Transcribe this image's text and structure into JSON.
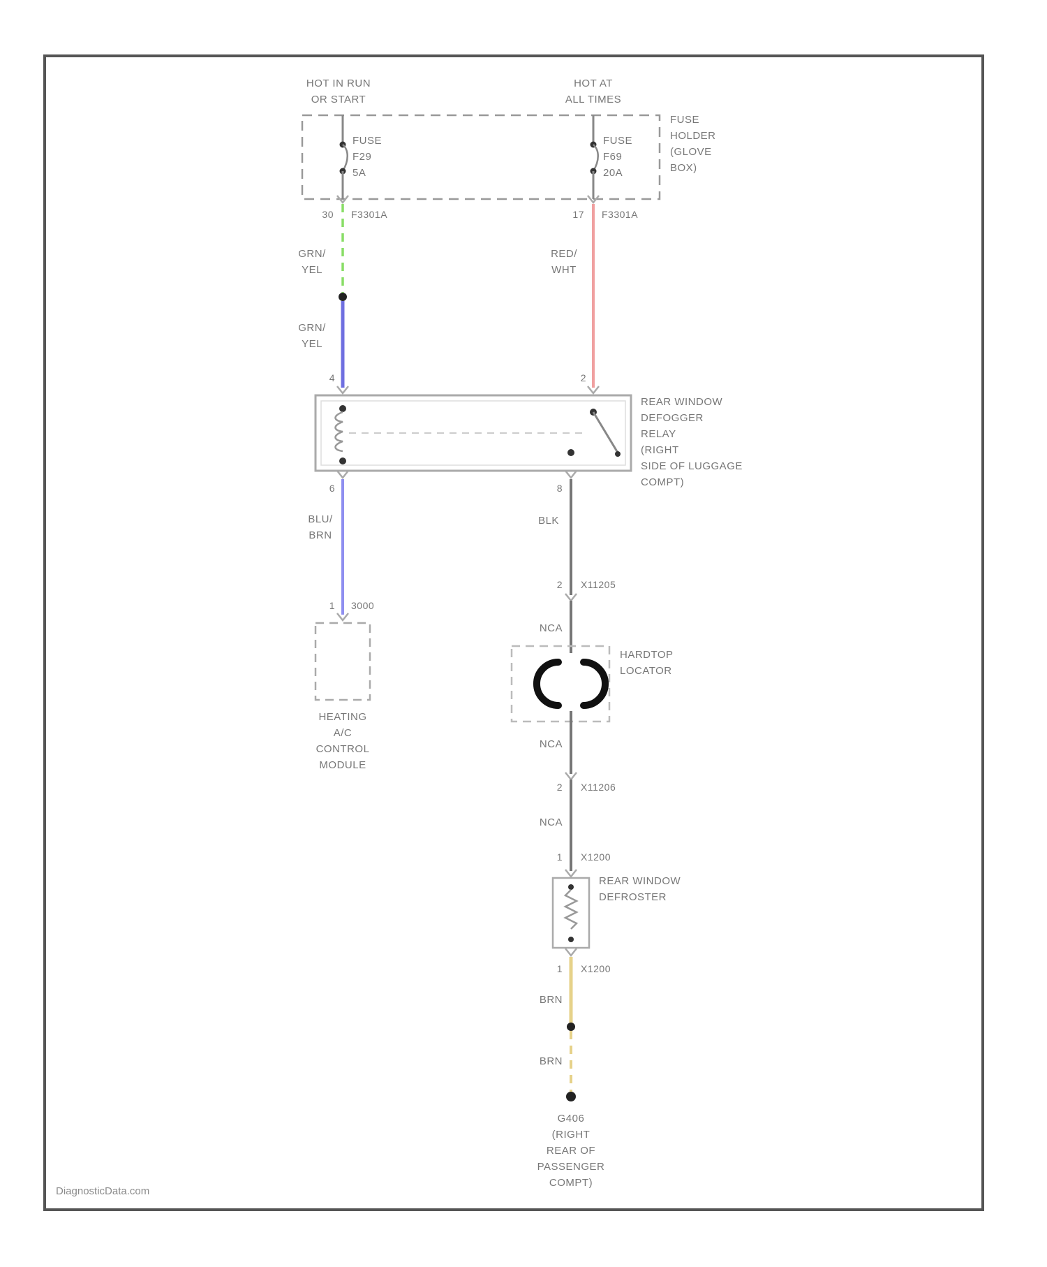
{
  "sources": {
    "run_start": "HOT IN RUN\nOR START",
    "all_times": "HOT AT\nALL TIMES"
  },
  "fuse_holder": {
    "label": "FUSE\nHOLDER\n(GLOVE\nBOX)",
    "fuse_left": "FUSE\nF29\n5A",
    "fuse_right": "FUSE\nF69\n20A",
    "conn_left_pin": "30",
    "conn_left_id": "F3301A",
    "conn_right_pin": "17",
    "conn_right_id": "F3301A"
  },
  "wires": {
    "grn_yel_1": "GRN/\nYEL",
    "grn_yel_2": "GRN/\nYEL",
    "red_wht": "RED/\nWHT",
    "blu_brn": "BLU/\nBRN",
    "blk": "BLK",
    "nca_1": "NCA",
    "nca_2": "NCA",
    "nca_3": "NCA",
    "brn_1": "BRN",
    "brn_2": "BRN"
  },
  "relay": {
    "label": "REAR WINDOW\nDEFOGGER\nRELAY\n(RIGHT\nSIDE OF LUGGAGE\nCOMPT)",
    "pin_top_left": "4",
    "pin_top_right": "2",
    "pin_bottom_left": "6",
    "pin_bottom_right": "8"
  },
  "hvac_module": {
    "pin": "1",
    "connector": "3000",
    "label": "HEATING\nA/C\nCONTROL\nMODULE"
  },
  "hardtop_locator": {
    "label": "HARDTOP\nLOCATOR",
    "conn_top_pin": "2",
    "conn_top_id": "X11205",
    "conn_bottom_pin": "2",
    "conn_bottom_id": "X11206"
  },
  "defroster": {
    "label": "REAR WINDOW\nDEFROSTER",
    "conn_top_pin": "1",
    "conn_top_id": "X1200",
    "conn_bottom_pin": "1",
    "conn_bottom_id": "X1200"
  },
  "ground": {
    "label": "G406\n(RIGHT\nREAR OF\nPASSENGER\nCOMPT)"
  },
  "watermark": "DiagnosticData.com",
  "colors": {
    "grn_yel": "#88dd66",
    "grn_yel_solid": "#6f6fe0",
    "red_wht": "#f0a0a0",
    "blu_brn": "#8f8ff0",
    "blk": "#777777",
    "brn": "#e6d28a",
    "frame": "#555555"
  },
  "icons": {
    "ground": "ground-symbol",
    "hardtop": "hardtop-locator-symbol",
    "resistor": "defroster-element-symbol"
  }
}
